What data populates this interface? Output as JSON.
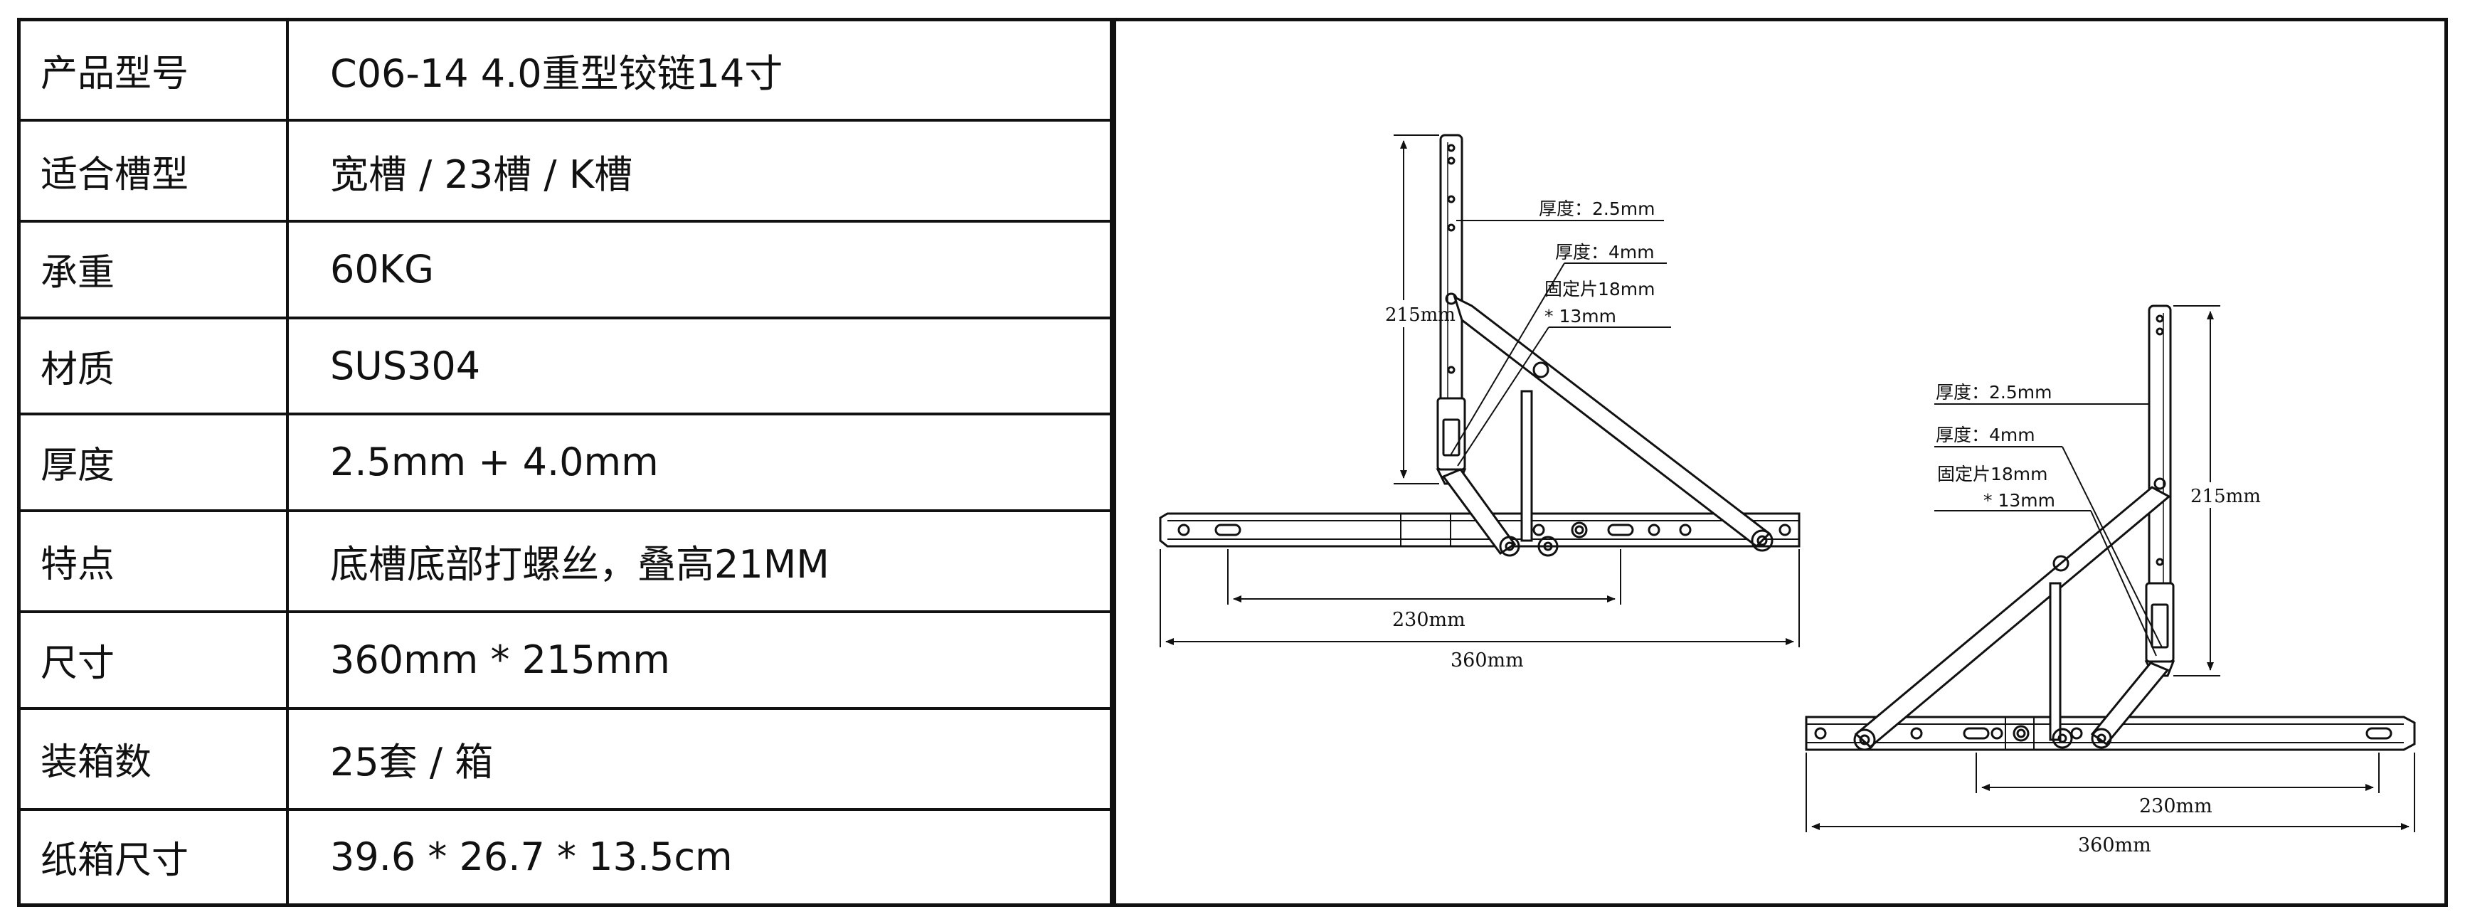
{
  "spec_rows": [
    {
      "label": "产品型号",
      "value": "C06-14  4.0重型铰链14寸"
    },
    {
      "label": "适合槽型",
      "value": "宽槽 / 23槽 / K槽"
    },
    {
      "label": "承重",
      "value": "60KG"
    },
    {
      "label": "材质",
      "value": "SUS304"
    },
    {
      "label": "厚度",
      "value": "2.5mm + 4.0mm"
    },
    {
      "label": "特点",
      "value": "底槽底部打螺丝，叠高21MM"
    },
    {
      "label": "尺寸",
      "value": "360mm * 215mm"
    },
    {
      "label": "装箱数",
      "value": "25套 / 箱"
    },
    {
      "label": "纸箱尺寸",
      "value": "39.6 * 26.7 * 13.5cm"
    }
  ],
  "diagram": {
    "left": {
      "height_dim": "215mm",
      "thickness_arm": "厚度：2.5mm",
      "thickness_link": "厚度：4mm",
      "fixing_plate_line1": "固定片18mm",
      "fixing_plate_line2": "* 13mm",
      "hole_span_dim": "230mm",
      "total_length_dim": "360mm"
    },
    "right": {
      "height_dim": "215mm",
      "thickness_arm": "厚度：2.5mm",
      "thickness_link": "厚度：4mm",
      "fixing_plate_line1": "固定片18mm",
      "fixing_plate_line2": "* 13mm",
      "hole_span_dim": "230mm",
      "total_length_dim": "360mm"
    }
  }
}
